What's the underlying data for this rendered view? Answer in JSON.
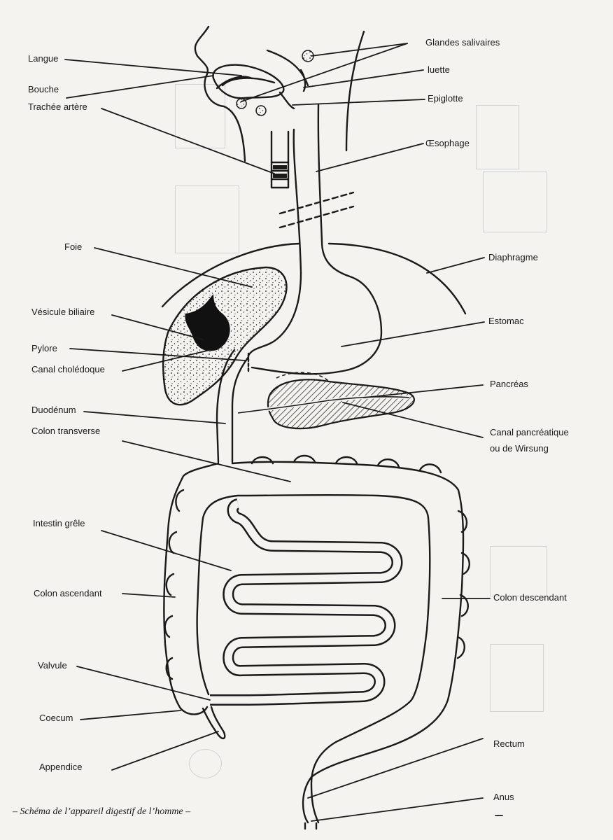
{
  "labels_left": {
    "langue": "Langue",
    "bouche": "Bouche",
    "trachee": "Trachée artère",
    "foie": "Foie",
    "vesicule": "Vésicule biliaire",
    "pylore": "Pylore",
    "choledoque": "Canal cholédoque",
    "duodenum": "Duodénum",
    "colon_transverse": "Colon transverse",
    "intestin_grele": "Intestin grêle",
    "colon_ascendant": "Colon ascendant",
    "valvule": "Valvule",
    "coecum": "Coecum",
    "appendice": "Appendice"
  },
  "labels_right": {
    "glandes_salivaires": "Glandes salivaires",
    "luette": "luette",
    "epiglotte": "Epiglotte",
    "oesophage": "Œsophage",
    "diaphragme": "Diaphragme",
    "estomac": "Estomac",
    "pancreas": "Pancréas",
    "canal_pancreatique_1": "Canal pancréatique",
    "canal_pancreatique_2": "ou de Wirsung",
    "colon_descendant": "Colon descendant",
    "rectum": "Rectum",
    "anus": "Anus"
  },
  "caption": "– Schéma de l’appareil digestif de l’homme –",
  "colors": {
    "ink": "#1a1a1a",
    "paper": "#f4f3ef",
    "ghost": "#cfd2da"
  }
}
